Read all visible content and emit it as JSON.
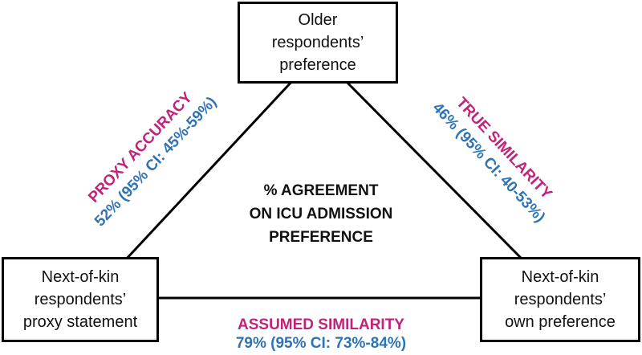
{
  "nodes": {
    "top": [
      "Older",
      "respondents’",
      "preference"
    ],
    "left": [
      "Next-of-kin",
      "respondents’",
      "proxy statement"
    ],
    "right": [
      "Next-of-kin",
      "respondents’",
      "own preference"
    ]
  },
  "center": [
    "% AGREEMENT",
    "ON ICU ADMISSION",
    "PREFERENCE"
  ],
  "edges": {
    "left": {
      "title": "PROXY ACCURACY",
      "value": "52% (95% CI: 45%-59%)"
    },
    "right": {
      "title": "TRUE SIMILARITY",
      "value": "46% (95% CI: 40-53%)"
    },
    "bottom": {
      "title": "ASSUMED SIMILARITY",
      "value": "79% (95% CI: 73%-84%)"
    }
  },
  "colors": {
    "title": "#c2227a",
    "value": "#2e74b5",
    "line": "#000000"
  }
}
